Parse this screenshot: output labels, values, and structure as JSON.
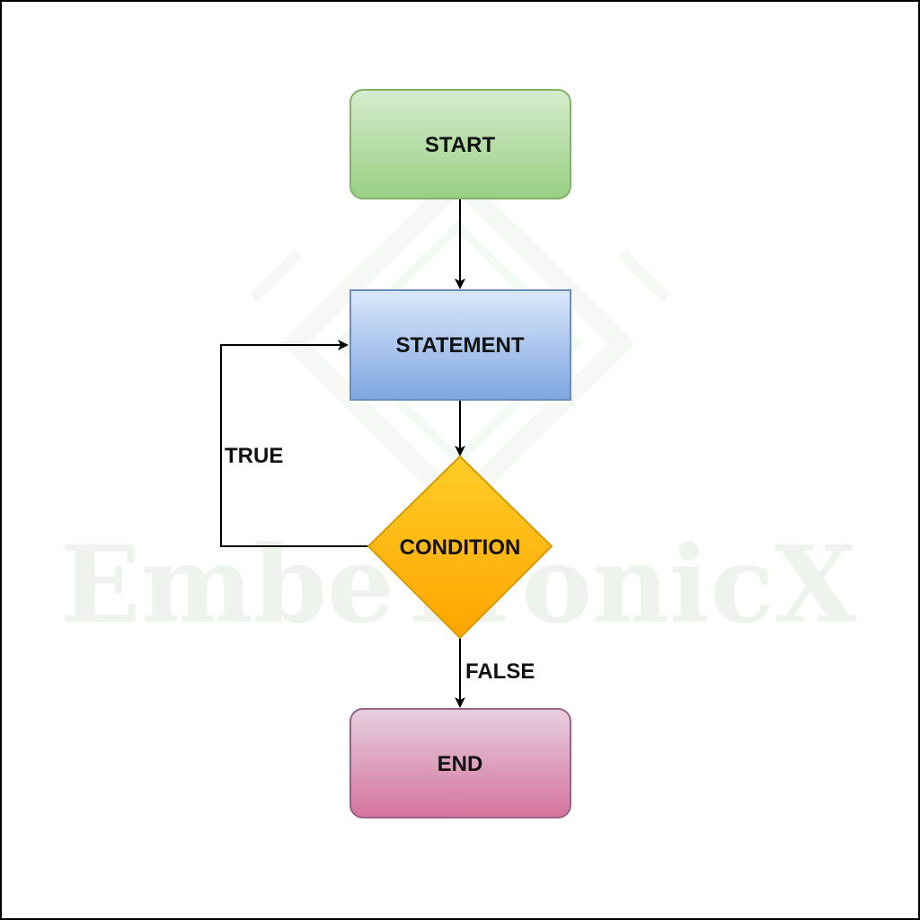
{
  "watermark": {
    "text": "EmbeTronicX"
  },
  "nodes": {
    "start": {
      "label": "START"
    },
    "statement": {
      "label": "STATEMENT"
    },
    "condition": {
      "label": "CONDITION"
    },
    "end": {
      "label": "END"
    }
  },
  "edges": {
    "true_label": "TRUE",
    "false_label": "FALSE"
  },
  "colors": {
    "start_top": "#d5ecce",
    "start_bottom": "#98cf82",
    "start_stroke": "#82b366",
    "statement_top": "#dae8fc",
    "statement_bottom": "#7ea6e0",
    "statement_stroke": "#6c8ebf",
    "condition_top": "#ffcd28",
    "condition_bottom": "#ffa500",
    "condition_stroke": "#d79b00",
    "end_top": "#e6d0de",
    "end_bottom": "#d5739d",
    "end_stroke": "#996185",
    "line": "#000000"
  }
}
